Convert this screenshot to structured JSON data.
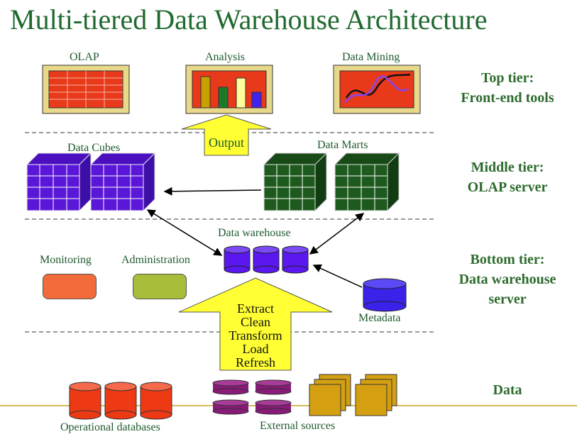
{
  "title": "Multi-tiered Data Warehouse Architecture",
  "top_tools": {
    "olap": "OLAP",
    "analysis": "Analysis",
    "mining": "Data Mining"
  },
  "tiers": {
    "top_line1": "Top tier:",
    "top_line2": "Front-end tools",
    "middle_line1": "Middle tier:",
    "middle_line2": "OLAP server",
    "bottom_line1": "Bottom tier:",
    "bottom_line2": "Data warehouse",
    "bottom_line3": "server",
    "data": "Data"
  },
  "middle": {
    "output": "Output",
    "cubes": "Data Cubes",
    "marts": "Data Marts"
  },
  "bottom": {
    "warehouse": "Data warehouse",
    "monitoring": "Monitoring",
    "administration": "Administration",
    "metadata": "Metadata",
    "etl": [
      "Extract",
      "Clean",
      "Transform",
      "Load",
      "Refresh"
    ]
  },
  "sources": {
    "operational": "Operational databases",
    "external": "External sources"
  },
  "colors": {
    "title": "#1f6a2e",
    "frame": "#e8d88a",
    "screen": "#e8391b",
    "cube_purple": "#5a17d8",
    "cube_green": "#1e5a1e",
    "warehouse_blue": "#5a17f0",
    "monitoring": "#f26b3a",
    "administration": "#a8bd3a",
    "arrow_yellow": "#ffff33",
    "operational": "#ee3a14",
    "external_purple": "#8a1a7a",
    "external_gold": "#d4a011"
  }
}
